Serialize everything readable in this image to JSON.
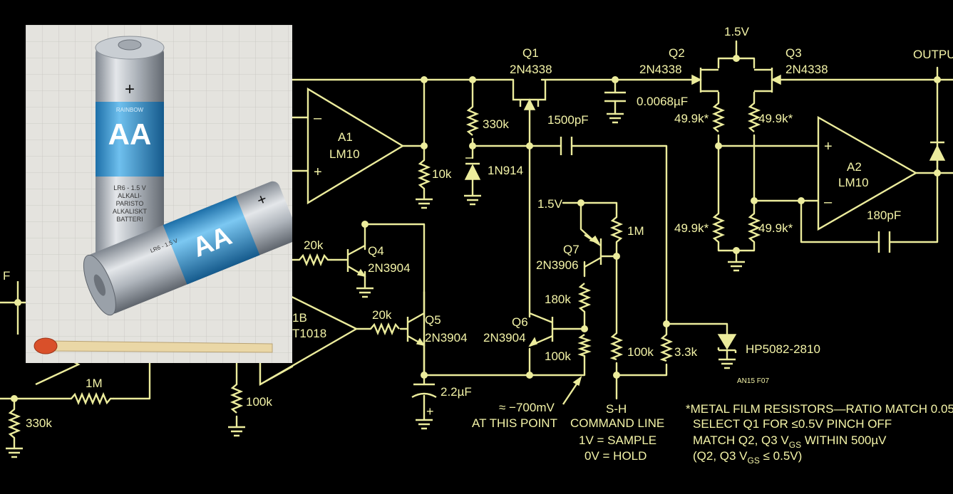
{
  "labels": {
    "a1": "A1",
    "a1_part": "LM10",
    "a2": "A2",
    "a2_part": "LM10",
    "a1b": "1B",
    "a1b_part": "T1018",
    "q1": "Q1",
    "q1_part": "2N4338",
    "q2": "Q2",
    "q2_part": "2N4338",
    "q3": "Q3",
    "q3_part": "2N4338",
    "q4": "Q4",
    "q4_part": "2N3904",
    "q5": "Q5",
    "q5_part": "2N3904",
    "q6": "Q6",
    "q6_part": "2N3904",
    "q7": "Q7",
    "q7_part": "2N3906",
    "v_top": "1.5V",
    "v_q7": "1.5V",
    "output": "OUTPUT",
    "r_330k_a": "330k",
    "r_10k": "10k",
    "d_1n914": "1N914",
    "c_1500pf": "1500pF",
    "c_0068": "0.0068µF",
    "r_499_1": "49.9k*",
    "r_499_2": "49.9k*",
    "r_499_3": "49.9k*",
    "r_499_4": "49.9k*",
    "c_180pf": "180pF",
    "r_1m_q7": "1M",
    "r_180k": "180k",
    "r_100k_q6": "100k",
    "r_100k_sh": "100k",
    "r_33k": "3.3k",
    "d_hp": "HP5082-2810",
    "fig_id": "AN15 F07",
    "r_20k_q4": "20k",
    "r_20k_q5": "20k",
    "c_22uf": "2.2µF",
    "r_1m_bottom": "1M",
    "r_330k_b": "330k",
    "r_100k_left": "100k",
    "left_cap_frag": "F",
    "approx_v": "≈ −700mV",
    "approx_v2": "AT THIS POINT",
    "sh_1": "S-H",
    "sh_2": "COMMAND LINE",
    "sh_3": "1V = SAMPLE",
    "sh_4": "0V = HOLD"
  },
  "notes": {
    "line1": "*METAL FILM RESISTORS—RATIO MATCH 0.05",
    "line2": "SELECT Q1 FOR ≤0.5V PINCH OFF",
    "line3_pre": "MATCH Q2, Q3 V",
    "line3_sub": "GS",
    "line3_post": " WITHIN 500µV",
    "line4_pre": "(Q2, Q3 V",
    "line4_sub": "GS",
    "line4_post": " ≤ 0.5V)"
  },
  "photo": {
    "battery_brand": "RAINBOW",
    "battery_size": "AA",
    "battery_line1": "LR6 - 1.5 V",
    "battery_line2": "ALKALI-",
    "battery_line3": "PARISTO",
    "battery_line4": "ALKALISKT",
    "battery_line5": "BATTERI",
    "plus": "+"
  },
  "colors": {
    "background": "#000000",
    "ink": "#ecec9c",
    "battery_blue": "#2a8fd0",
    "battery_silver": "#b9bfc6",
    "match_head": "#d9502a"
  }
}
